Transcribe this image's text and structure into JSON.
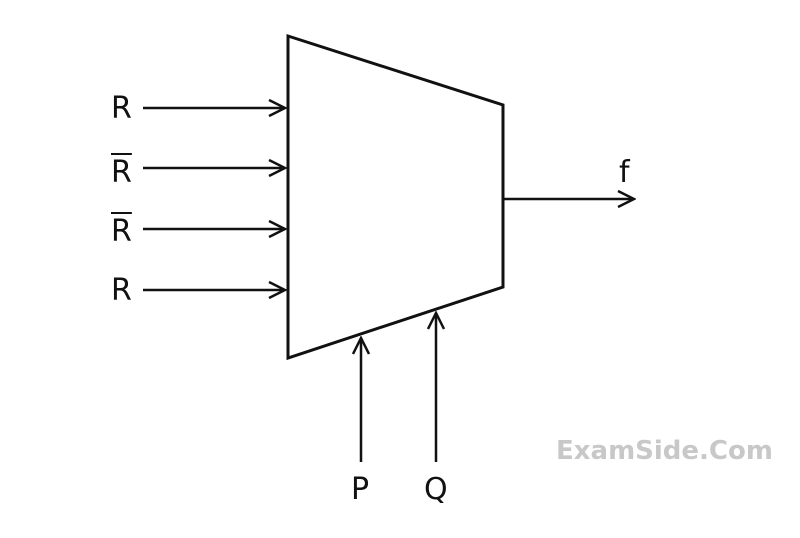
{
  "inputs": [
    {
      "label": "R",
      "complement": false
    },
    {
      "label": "R",
      "complement": true
    },
    {
      "label": "R",
      "complement": true
    },
    {
      "label": "R",
      "complement": false
    }
  ],
  "selects": [
    "P",
    "Q"
  ],
  "output": "f",
  "watermark": "ExamSide.Com"
}
